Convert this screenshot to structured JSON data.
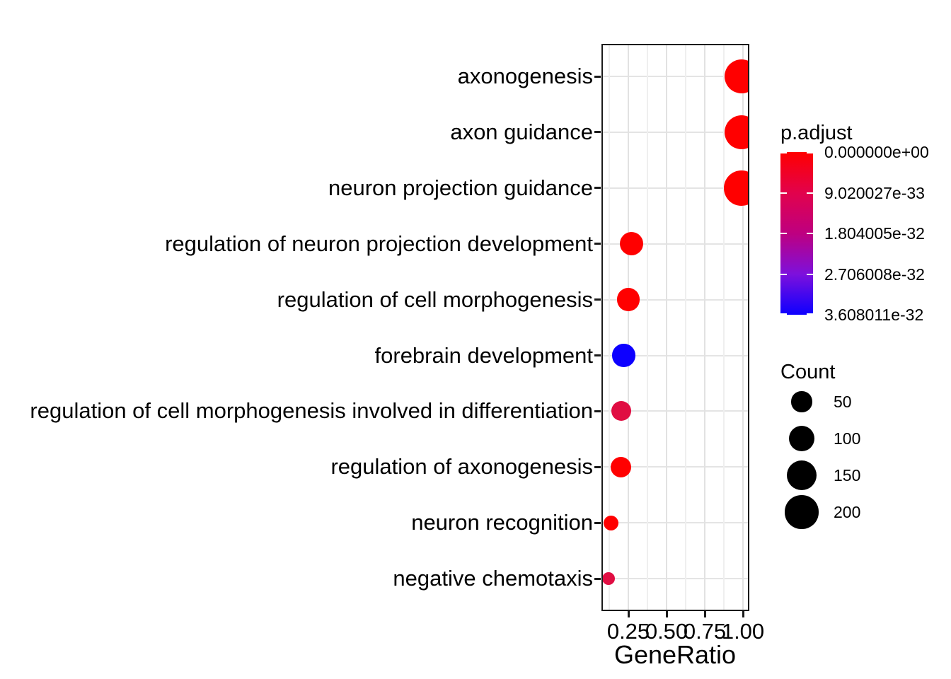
{
  "chart_data": {
    "type": "scatter",
    "title": "",
    "xlabel": "GeneRatio",
    "ylabel": "",
    "x_ticks": [
      {
        "value": 0.25,
        "label": "0.25"
      },
      {
        "value": 0.5,
        "label": "0.50"
      },
      {
        "value": 0.75,
        "label": "0.75"
      },
      {
        "value": 1.0,
        "label": "1.00"
      }
    ],
    "x_minor_gridlines": [
      0.125,
      0.375,
      0.625,
      0.875
    ],
    "xlim": [
      0.074,
      1.042
    ],
    "grid": true,
    "points": [
      {
        "term": "axonogenesis",
        "gene_ratio": 0.99,
        "count": 215,
        "p_adjust": 0.0,
        "color": "#FF0000"
      },
      {
        "term": "axon guidance",
        "gene_ratio": 0.99,
        "count": 215,
        "p_adjust": 0.0,
        "color": "#FF0000"
      },
      {
        "term": "neuron projection guidance",
        "gene_ratio": 0.99,
        "count": 230,
        "p_adjust": 0.0,
        "color": "#FF0000"
      },
      {
        "term": "regulation of neuron projection development",
        "gene_ratio": 0.27,
        "count": 75,
        "p_adjust": 0.0,
        "color": "#FF0000"
      },
      {
        "term": "regulation of cell morphogenesis",
        "gene_ratio": 0.25,
        "count": 70,
        "p_adjust": 0.0,
        "color": "#FF0000"
      },
      {
        "term": "forebrain development",
        "gene_ratio": 0.22,
        "count": 70,
        "p_adjust": 3.608011e-32,
        "color": "#0D00FF"
      },
      {
        "term": "regulation of cell morphogenesis involved in differentiation",
        "gene_ratio": 0.205,
        "count": 45,
        "p_adjust": 7e-33,
        "color": "#E00D42"
      },
      {
        "term": "regulation of axonogenesis",
        "gene_ratio": 0.2,
        "count": 50,
        "p_adjust": 0.0,
        "color": "#FF0000"
      },
      {
        "term": "neuron recognition",
        "gene_ratio": 0.135,
        "count": 16,
        "p_adjust": 0.0,
        "color": "#FF0000"
      },
      {
        "term": "negative chemotaxis",
        "gene_ratio": 0.12,
        "count": 8,
        "p_adjust": 7e-33,
        "color": "#E00D42"
      }
    ],
    "legends": {
      "p_adjust": {
        "title": "p.adjust",
        "tick_labels": [
          "0.000000e+00",
          "9.020027e-33",
          "1.804005e-32",
          "2.706008e-32",
          "3.608011e-32"
        ],
        "gradient_stops": [
          "#FF0000",
          "#E2024C",
          "#BE0080",
          "#7D10DC",
          "#0D00FF"
        ],
        "position": "right"
      },
      "count": {
        "title": "Count",
        "sizes": [
          50,
          100,
          150,
          200
        ],
        "dot_color": "#000000",
        "position": "right"
      }
    }
  }
}
